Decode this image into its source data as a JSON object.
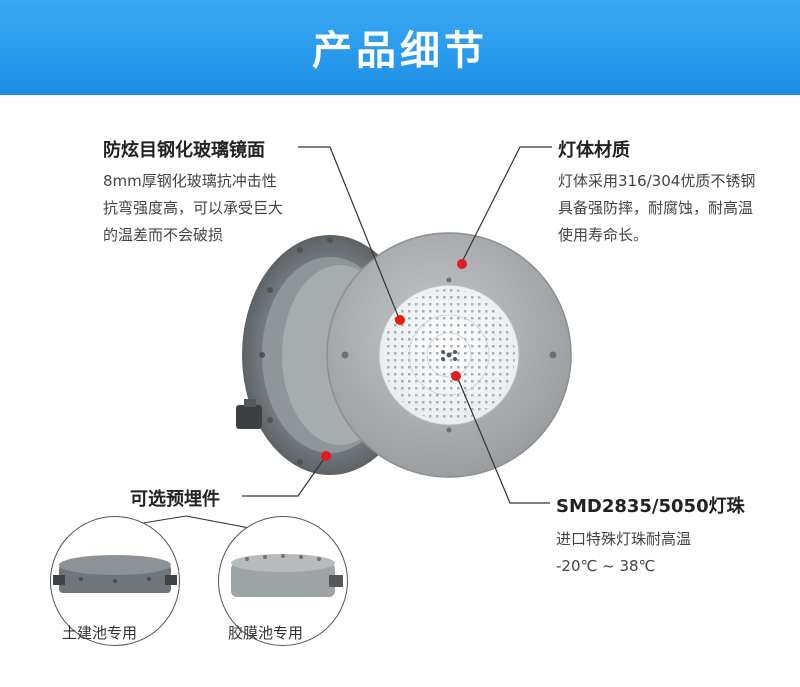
{
  "banner": {
    "title": "产品细节"
  },
  "features": {
    "glass": {
      "title": "防炫目钢化玻璃镜面",
      "lines": [
        "8mm厚钢化玻璃抗冲击性",
        "抗弯强度高，可以承受巨大",
        "的温差而不会破损"
      ]
    },
    "body": {
      "title": "灯体材质",
      "lines": [
        "灯体采用316/304优质不锈钢",
        "具备强防摔，耐腐蚀，耐高温",
        "使用寿命长。"
      ]
    },
    "embedded": {
      "title": "可选预埋件"
    },
    "led": {
      "title": "SMD2835/5050灯珠",
      "lines": [
        "进口特殊灯珠耐高温",
        "-20℃ ~ 38℃"
      ]
    }
  },
  "options": [
    {
      "label": "土建池专用"
    },
    {
      "label": "胶膜池专用"
    }
  ],
  "colors": {
    "banner": "#2a9cf0",
    "marker": "#e31b1b",
    "housing": "#6e7479",
    "ring": "#a9adb0"
  }
}
